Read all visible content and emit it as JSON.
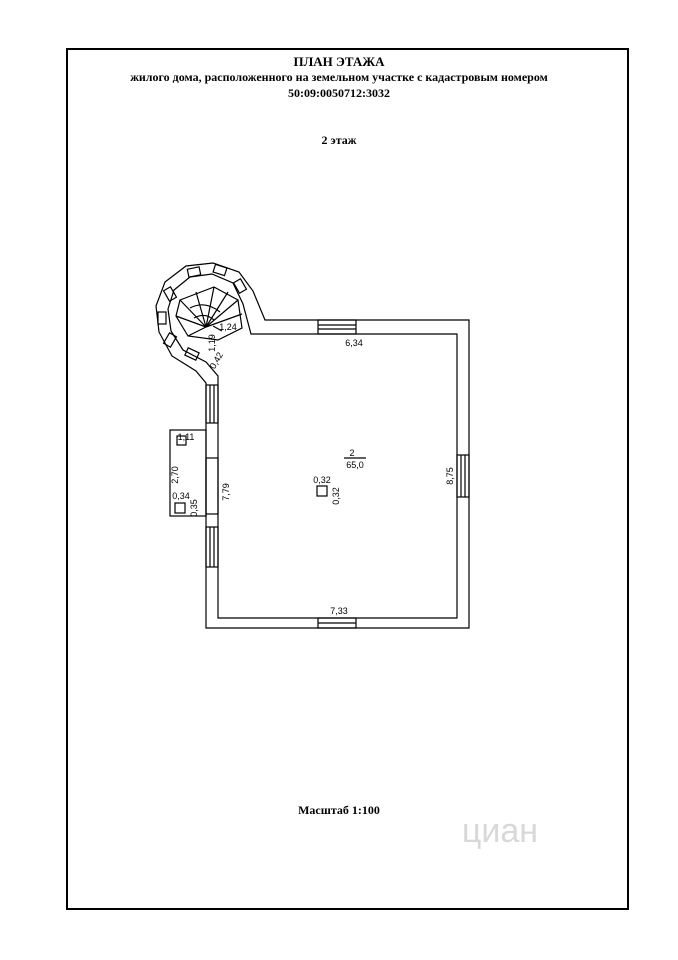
{
  "header": {
    "title": "ПЛАН ЭТАЖА",
    "subtitle": "жилого дома, расположенного на земельном участке с кадастровым номером",
    "cadastral_number": "50:09:0050712:3032",
    "floor_label": "2 этаж"
  },
  "plan": {
    "room_number": "2",
    "room_area": "65,0",
    "dims": {
      "top_wall": "6,34",
      "bottom_wall": "7,33",
      "right_wall": "8,75",
      "left_wall": "7,79",
      "stair_width": "1,24",
      "stair_depth": "1,19",
      "stair_neck": "0,42",
      "column_w": "0,32",
      "column_h": "0,32",
      "balcony_length": "2,70",
      "balcony_post_top": "1,11",
      "balcony_post_w": "0,34",
      "balcony_post_h": "0,35"
    }
  },
  "footer": {
    "scale_label": "Масштаб 1:100",
    "watermark": "циан"
  }
}
